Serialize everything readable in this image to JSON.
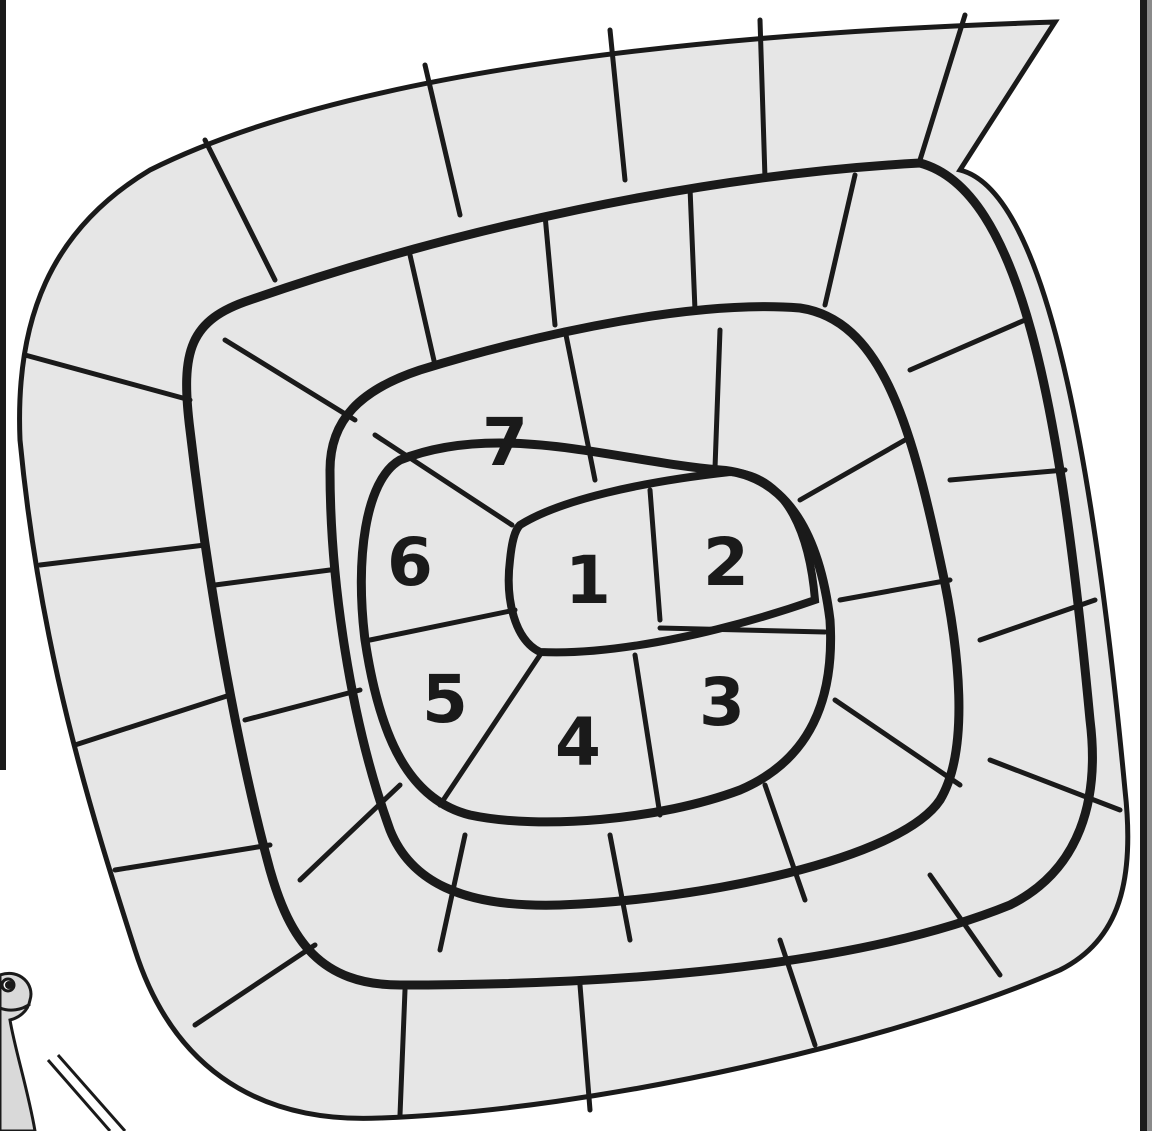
{
  "board": {
    "type": "spiral-track",
    "fill_color": "#e6e6e6",
    "line_color": "#1a1a1a",
    "background": "#ffffff",
    "numbered_spaces": [
      {
        "label": "1"
      },
      {
        "label": "2"
      },
      {
        "label": "3"
      },
      {
        "label": "4"
      },
      {
        "label": "5"
      },
      {
        "label": "6"
      },
      {
        "label": "7"
      }
    ]
  },
  "decorations": [
    {
      "icon": "cartoon-character-icon"
    }
  ]
}
